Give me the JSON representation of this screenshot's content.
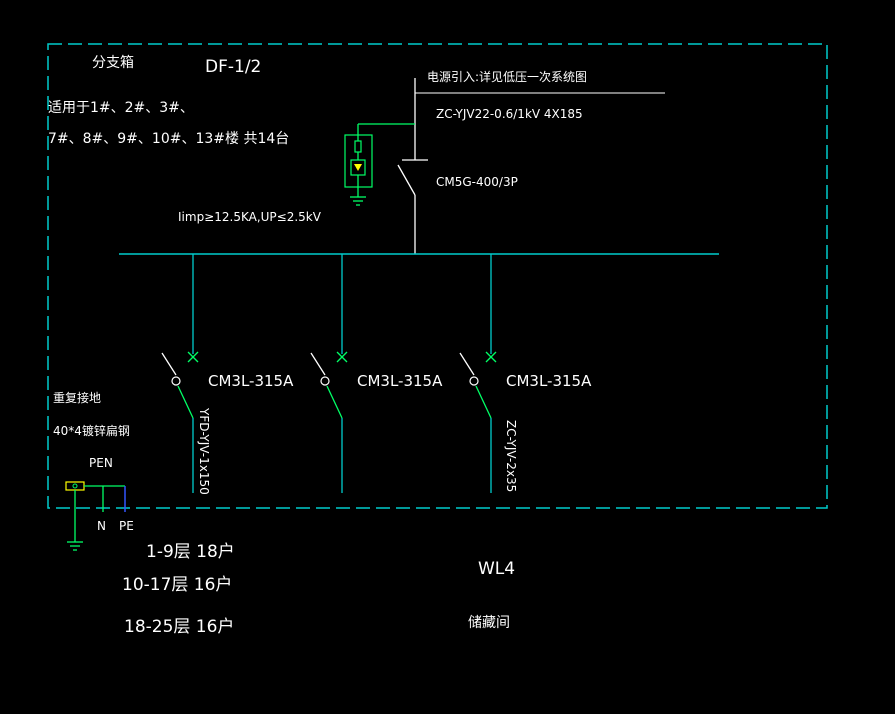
{
  "colors": {
    "background": "#000000",
    "frame": "#00cccc",
    "wire": "#00ff66",
    "text": "#ffffff",
    "neutral": "#3355ff",
    "device": "#ffff00"
  },
  "box": {
    "title": "分支箱",
    "code": "DF-1/2",
    "applies_line1": "适用于1#、2#、3#、",
    "applies_line2": "7#、8#、9#、10#、13#楼 共14台",
    "spd_spec": "Iimp≥12.5KA,UP≤2.5kV"
  },
  "incoming": {
    "note": "电源引入:详见低压一次系统图",
    "cable": "ZC-YJV22-0.6/1kV 4X185",
    "breaker": "CM5G-400/3P"
  },
  "outgoing": [
    {
      "breaker": "CM3L-315A",
      "cable": "YFD-YJV-1x150"
    },
    {
      "breaker": "CM3L-315A",
      "cable": ""
    },
    {
      "breaker": "CM3L-315A",
      "cable": "ZC-YJV-2x35"
    }
  ],
  "grounding": {
    "title": "重复接地",
    "material": "40*4镀锌扁钢",
    "pen": "PEN",
    "n": "N",
    "pe": "PE"
  },
  "loads": {
    "row1": "1-9层 18户",
    "row2": "10-17层 16户",
    "row3": "18-25层 16户",
    "wl": "WL4",
    "storage": "储藏间"
  }
}
